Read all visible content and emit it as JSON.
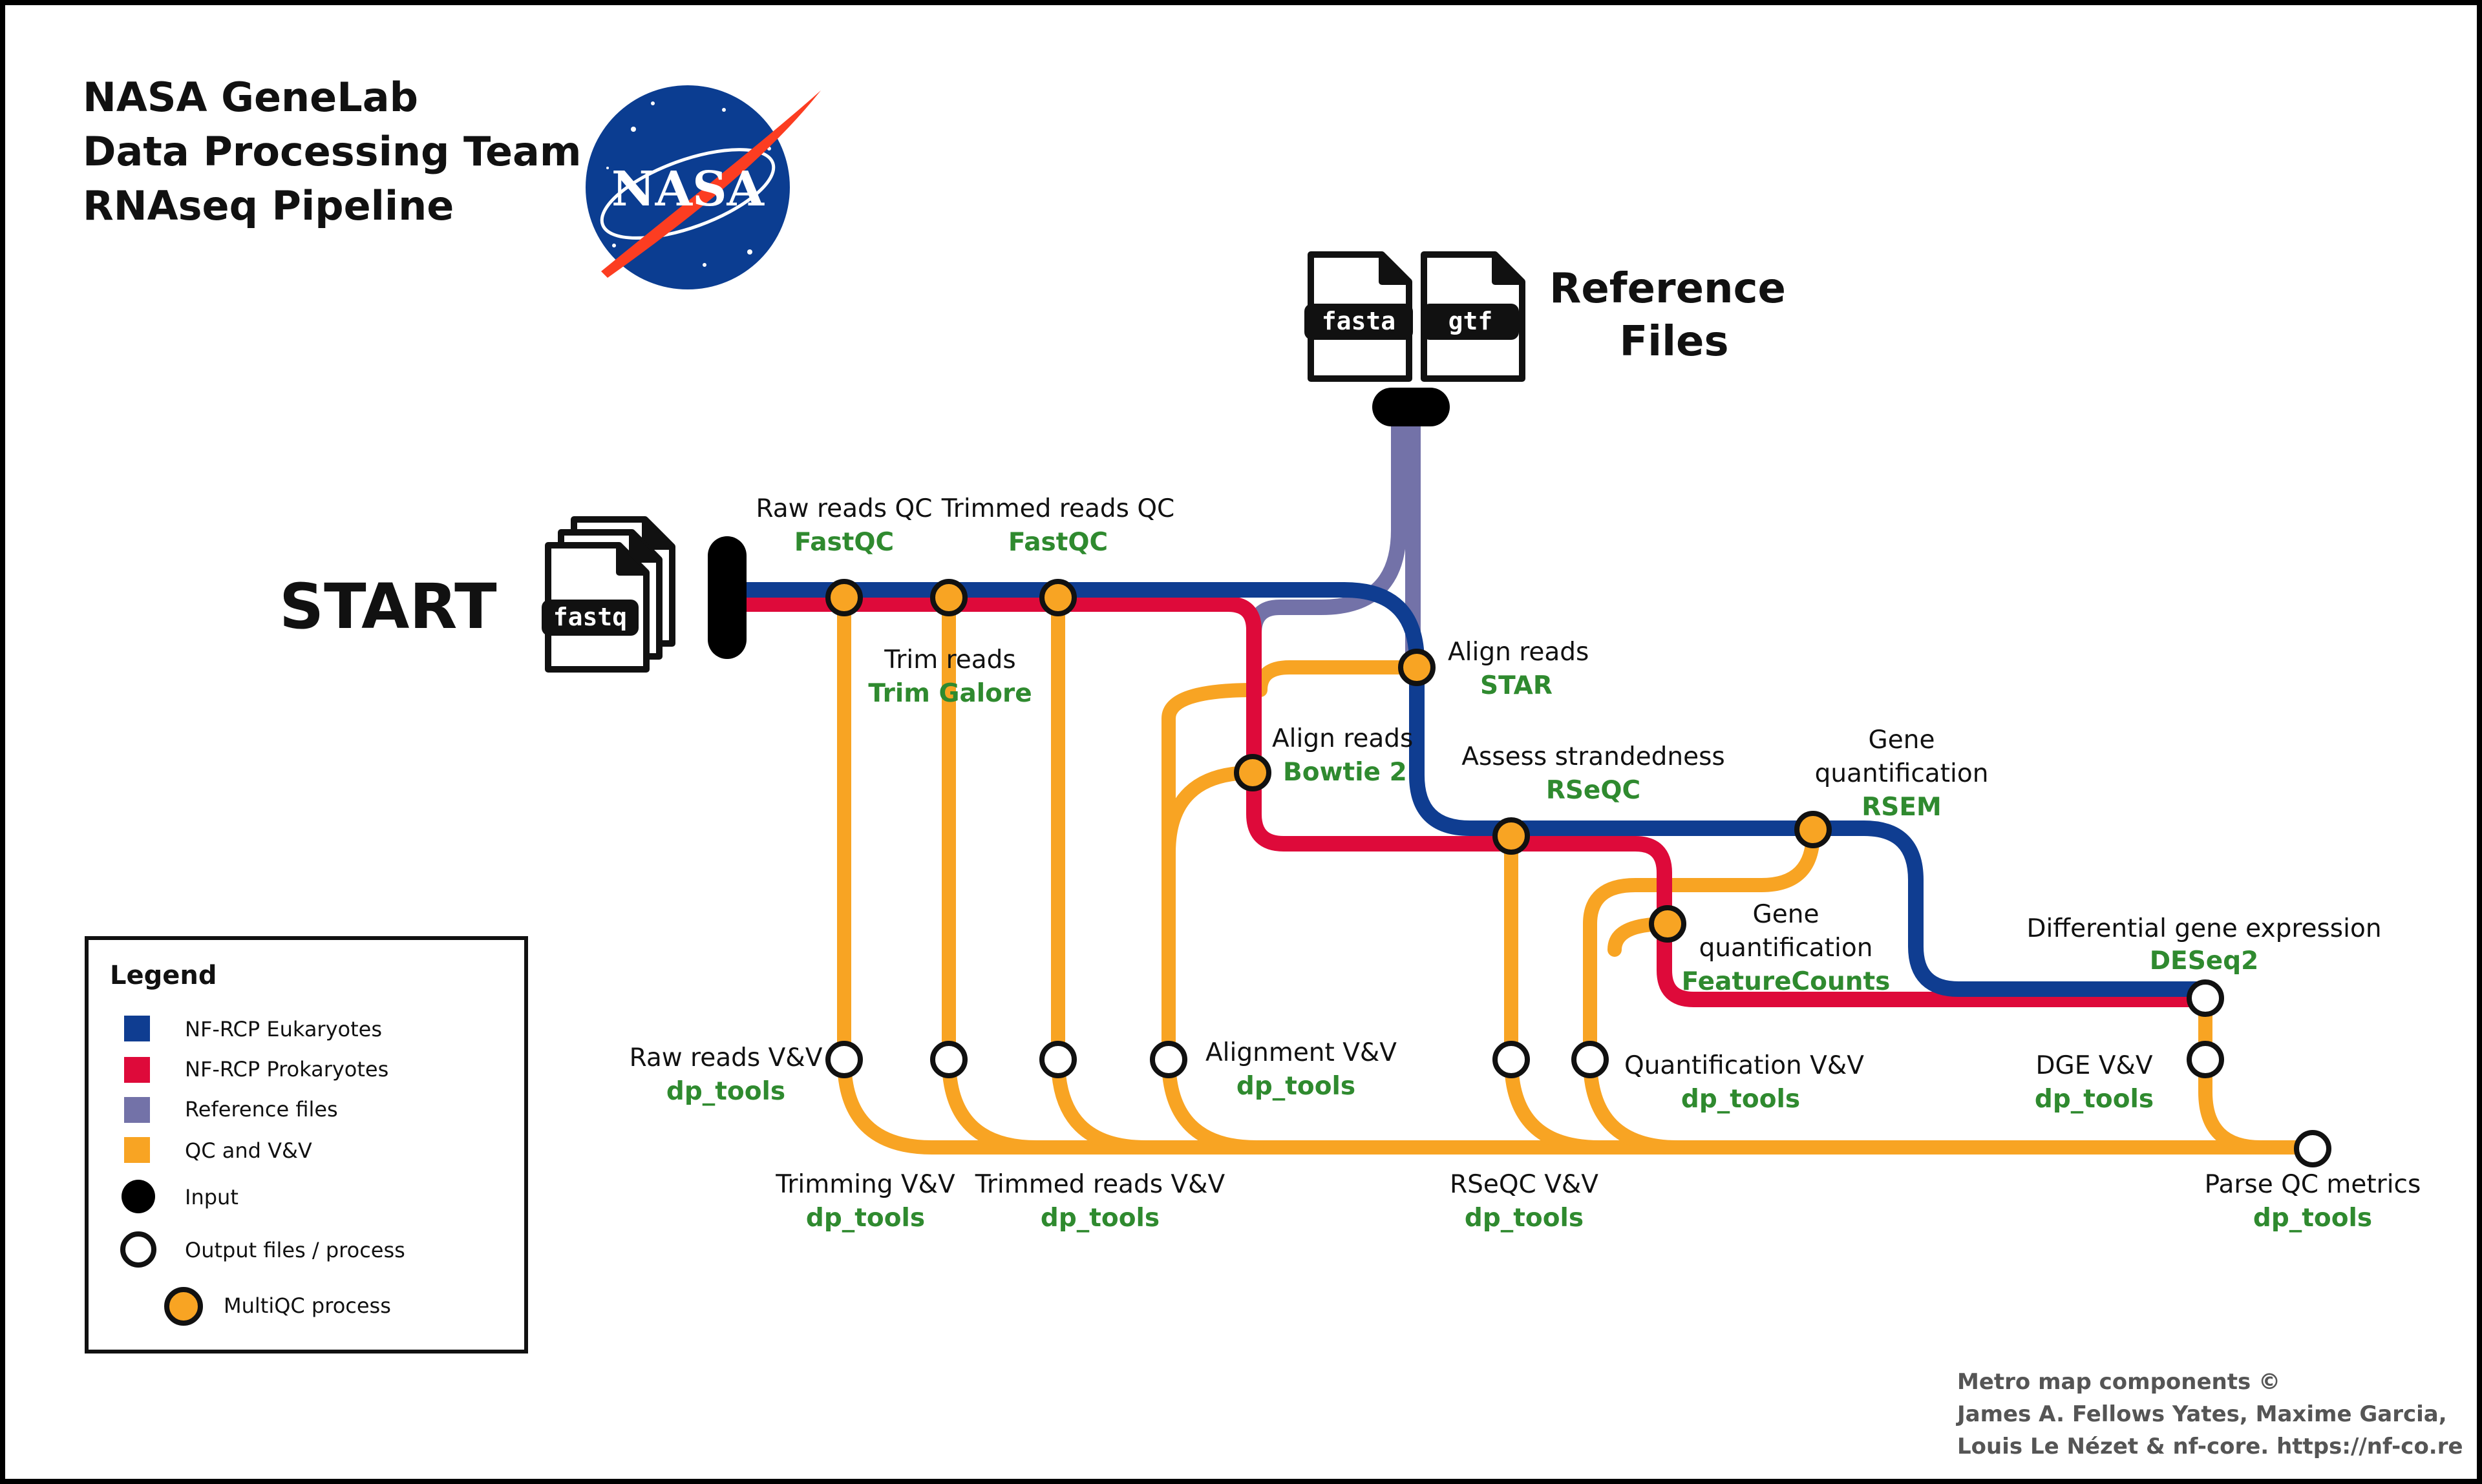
{
  "title": {
    "line1": "NASA GeneLab",
    "line2": "Data Processing Team",
    "line3": "RNAseq Pipeline"
  },
  "logo": {
    "text": "NASA",
    "colors": {
      "disc": "#0b3d91",
      "swoosh": "#fc3d21"
    }
  },
  "start_label": "START",
  "input_file_label": "fastq",
  "reference": {
    "title_line1": "Reference",
    "title_line2": "Files",
    "file1": "fasta",
    "file2": "gtf"
  },
  "steps": {
    "raw_qc": {
      "name": "Raw reads QC",
      "tool": "FastQC"
    },
    "trimmed_qc": {
      "name": "Trimmed reads QC",
      "tool": "FastQC"
    },
    "trim": {
      "name": "Trim reads",
      "tool": "Trim Galore"
    },
    "align_star": {
      "name": "Align reads",
      "tool": "STAR"
    },
    "align_bowtie": {
      "name": "Align reads",
      "tool": "Bowtie 2"
    },
    "strandedness": {
      "name": "Assess strandedness",
      "tool": "RSeQC"
    },
    "quant_rsem": {
      "name_line1": "Gene",
      "name_line2": "quantification",
      "tool": "RSEM"
    },
    "quant_fc": {
      "name_line1": "Gene",
      "name_line2": "quantification",
      "tool": "FeatureCounts"
    },
    "dge": {
      "name": "Differential gene expression",
      "tool": "DESeq2"
    },
    "raw_vv": {
      "name": "Raw reads V&V",
      "tool": "dp_tools"
    },
    "trim_vv": {
      "name": "Trimming V&V",
      "tool": "dp_tools"
    },
    "trimmed_vv": {
      "name": "Trimmed reads V&V",
      "tool": "dp_tools"
    },
    "align_vv": {
      "name": "Alignment V&V",
      "tool": "dp_tools"
    },
    "rseqc_vv": {
      "name": "RSeQC V&V",
      "tool": "dp_tools"
    },
    "quant_vv": {
      "name": "Quantification V&V",
      "tool": "dp_tools"
    },
    "dge_vv": {
      "name": "DGE V&V",
      "tool": "dp_tools"
    },
    "parse_qc": {
      "name": "Parse QC metrics",
      "tool": "dp_tools"
    }
  },
  "legend": {
    "title": "Legend",
    "items": [
      {
        "label": "NF-RCP Eukaryotes",
        "color": "#0f3d91"
      },
      {
        "label": "NF-RCP Prokaryotes",
        "color": "#de0a3a"
      },
      {
        "label": "Reference files",
        "color": "#7372a8"
      },
      {
        "label": "QC and V&V",
        "color": "#f8a423"
      },
      {
        "label": "Input",
        "color": "#000000"
      },
      {
        "label": "Output files / process",
        "color": "#ffffff"
      },
      {
        "label": "MultiQC process",
        "color": "#f8a423"
      }
    ]
  },
  "credits": {
    "line1": "Metro map components ©",
    "line2": "James A. Fellows Yates, Maxime Garcia,",
    "line3": "Louis Le Nézet & nf-core. https://nf-co.re"
  },
  "colors": {
    "eukaryotes": "#0f3d91",
    "prokaryotes": "#de0a3a",
    "reference": "#7372a8",
    "qc": "#f8a423",
    "tool_text": "#2f8a2f"
  }
}
